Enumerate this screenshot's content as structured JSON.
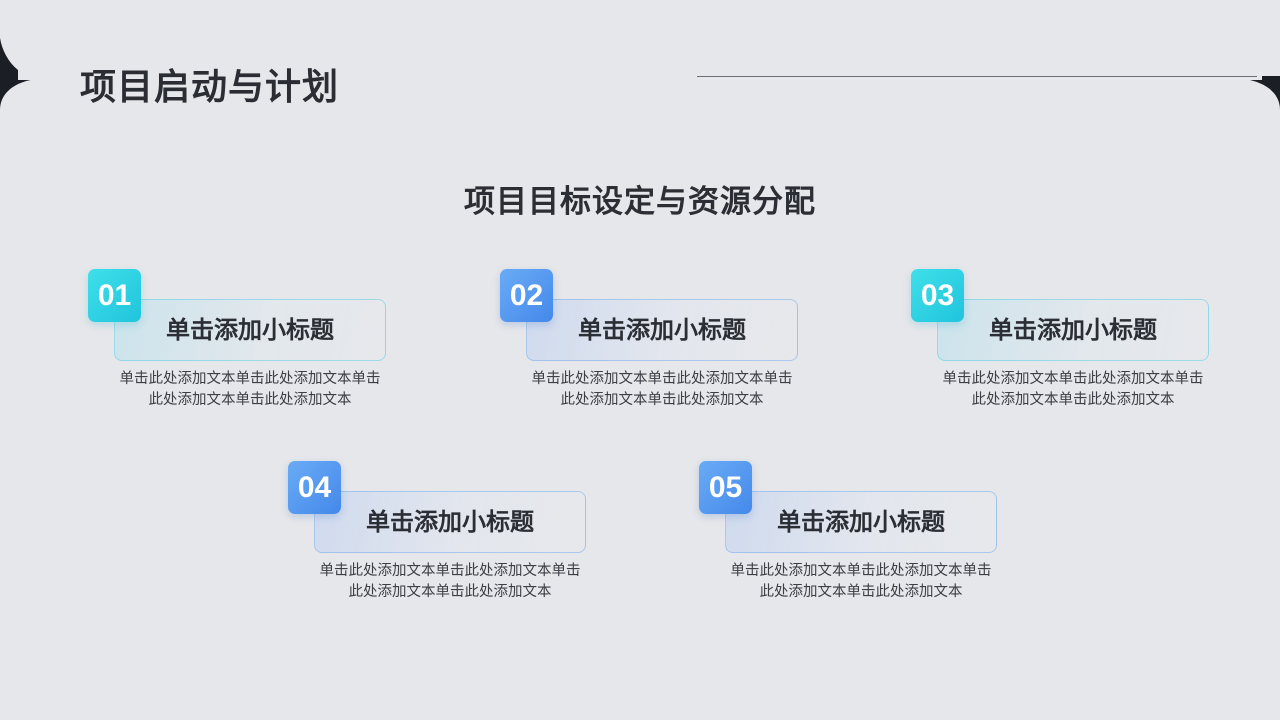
{
  "header": {
    "title": "项目启动与计划"
  },
  "section": {
    "title": "项目目标设定与资源分配"
  },
  "colors": {
    "page_background": "#e6e7ea",
    "frame_dark": "#1b1e24",
    "badge_cyan": "#2fd2e4",
    "badge_blue": "#5a9cf2",
    "text_primary": "#2b2e34"
  },
  "cards": [
    {
      "number": "01",
      "subtitle": "单击添加小标题",
      "body": "单击此处添加文本单击此处添加文本单击此处添加文本单击此处添加文本",
      "color": "cyan"
    },
    {
      "number": "02",
      "subtitle": "单击添加小标题",
      "body": "单击此处添加文本单击此处添加文本单击此处添加文本单击此处添加文本",
      "color": "blue"
    },
    {
      "number": "03",
      "subtitle": "单击添加小标题",
      "body": "单击此处添加文本单击此处添加文本单击此处添加文本单击此处添加文本",
      "color": "cyan"
    },
    {
      "number": "04",
      "subtitle": "单击添加小标题",
      "body": "单击此处添加文本单击此处添加文本单击此处添加文本单击此处添加文本",
      "color": "blue"
    },
    {
      "number": "05",
      "subtitle": "单击添加小标题",
      "body": "单击此处添加文本单击此处添加文本单击此处添加文本单击此处添加文本",
      "color": "blue"
    }
  ]
}
